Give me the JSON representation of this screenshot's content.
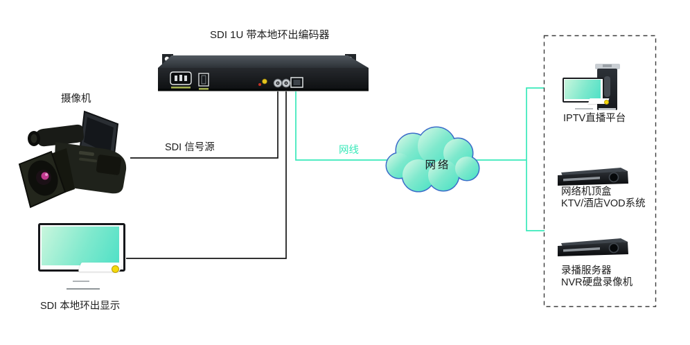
{
  "diagram": {
    "encoder_title": "SDI 1U 带本地环出编码器",
    "camera_label": "摄像机",
    "sdi_source_label": "SDI 信号源",
    "cable_label": "网线",
    "cloud_label": "网络",
    "display_label": "SDI 本地环出显示",
    "iptv_label": "IPTV直播平台",
    "stb_label_line1": "网络机顶盒",
    "stb_label_line2": "KTV/酒店VOD系统",
    "nvr_label_line1": "录播服务器",
    "nvr_label_line2": "NVR硬盘录像机"
  },
  "icons": {
    "camera": "camcorder-icon",
    "encoder": "rack-encoder-icon",
    "display": "monitor-icon",
    "cloud": "network-cloud-icon",
    "iptv": "tv-with-media-tower-icon",
    "stb": "set-top-box-icon",
    "nvr": "recorder-box-icon"
  },
  "colors": {
    "cable": "#38e9b9",
    "wire": "#141414",
    "cloud-stroke": "#3b6cc9",
    "screen-a": "#c9f6dd",
    "screen-b": "#7fe9cd",
    "screen-c": "#4fe0c6",
    "led-yellow": "#f4d90b",
    "dash-border": "#3a3a3a"
  }
}
